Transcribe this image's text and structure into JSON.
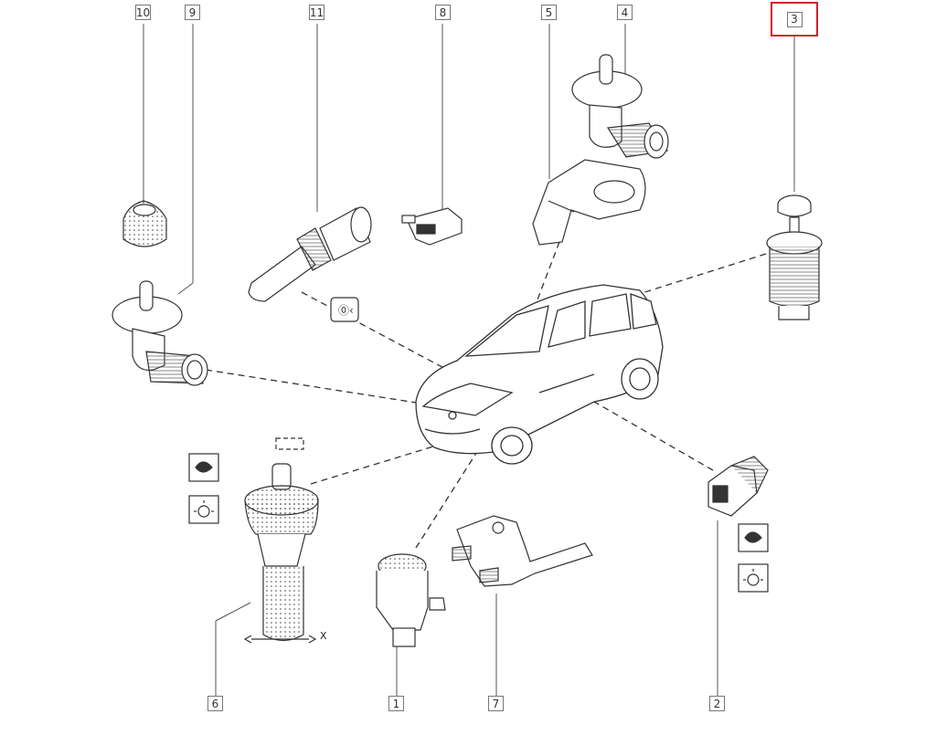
{
  "callouts": {
    "c1": "1",
    "c2": "2",
    "c3": "3",
    "c4": "4",
    "c5": "5",
    "c6": "6",
    "c7": "7",
    "c8": "8",
    "c9": "9",
    "c10": "10",
    "c11": "11"
  },
  "highlighted_callout": "3",
  "dimension_label": "X",
  "colors": {
    "highlight": "#d0202a",
    "line": "#333333",
    "leader": "#555555"
  }
}
